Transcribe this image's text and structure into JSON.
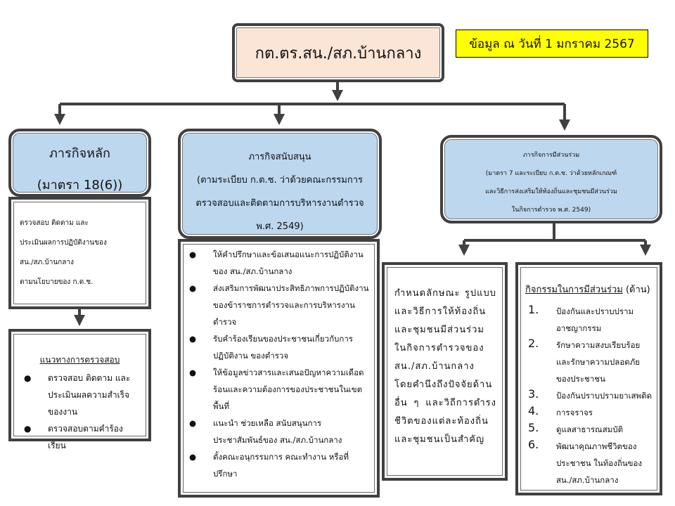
{
  "header": {
    "title": "กต.ตร.สน./สภ.บ้านกลาง",
    "date_note": "ข้อมูล ณ วันที่ 1 มกราคม 2567"
  },
  "main_mission": {
    "title": "ภารกิจหลัก",
    "subtitle": "(มาตรา 18(6))",
    "description": [
      "ตรวจสอบ ติดตาม และ",
      "ประเมินผลการปฏิบัติงานของ",
      "สน./สภ.บ้านกลาง",
      "ตามนโยบายของ ก.ต.ช."
    ],
    "guideline_title": "แนวทางการตรวจสอบ",
    "guidelines": [
      "ตรวจสอบ ติดตาม และประเมินผลความสำเร็จของงาน",
      "ตรวจสอบตามคำร้องเรียน"
    ]
  },
  "support_mission": {
    "title": "ภารกิจสนับสนุน",
    "subtitle_lines": [
      "(ตามระเบียบ ก.ต.ช. ว่าด้วยคณะกรรมการ",
      "ตรวจสอบและติดตามการบริหารงานตำรวจ",
      "พ.ศ. 2549)"
    ],
    "items": [
      "ให้คำปรึกษาและข้อเสนอแนะการปฏิบัติงานของ สน./สภ.บ้านกลาง",
      "ส่งเสริมการพัฒนาประสิทธิภาพการปฏิบัติงานของข้าราชการตำรวจและการบริหารงานตำรวจ",
      "รับคำร้องเรียนของประชาชนเกี่ยวกับการปฏิบัติงาน ของตำรวจ",
      "ให้ข้อมูลข่าวสารและเสนอปัญหาความเดือดร้อนและความต้องการของประชาชนในเขตพื้นที่",
      "แนะนำ ช่วยเหลือ สนับสนุนการประชาสัมพันธ์ของ สน./สภ.บ้านกลาง",
      "ตั้งคณะอนุกรรมการ คณะทำงาน หรือที่ปรึกษา"
    ]
  },
  "participation_mission": {
    "title": "ภารกิจการมีส่วนร่วม",
    "subtitle_lines": [
      "(มาตรา 7 และระเบียบ ก.ต.ช. ว่าด้วยหลักเกณฑ์",
      "และวิธีการส่งเสริมให้ท้องถิ่นและชุมชนมีส่วนร่วม",
      "ในกิจการตำรวจ พ.ศ. 2549)"
    ],
    "description": "กำหนดลักษณะ รูปแบบ และวิธีการให้ท้องถิ่นและชุมชนมีส่วนร่วมในกิจการตำรวจของ สน./สภ.บ้านกลาง โดยคำนึงถึงปัจจัยด้านอื่น ๆ และวิถีการดำรง ชีวิตของแต่ละท้องถิ่นและชุมชนเป็นสำคัญ",
    "activities_title": "กิจกรรมในการมีส่วนร่วม",
    "activities_suffix": "(ด้าน)",
    "activities": [
      {
        "num": "1.",
        "text": "ป้องกันและปราบปรามอาชญากรรม"
      },
      {
        "num": "2.",
        "text": "รักษาความสงบเรียบร้อยและรักษาความปลอดภัยของประชาชน"
      },
      {
        "num": "3.",
        "text": "ป้องกันปราบปรามยาเสพติด"
      },
      {
        "num": "4.",
        "text": "การจราจร"
      },
      {
        "num": "5.",
        "text": "ดูแลสาธารณสมบัติ"
      },
      {
        "num": "6.",
        "text": "พัฒนาคุณภาพชีวิตของประชาชน ในท้องถิ่นของ สน./สภ.บ้านกลาง"
      }
    ]
  },
  "colors": {
    "header_fill": "#fbe5d6",
    "note_fill": "#ffff00",
    "mission_fill": "#bdd7ee",
    "border": "#404040"
  }
}
